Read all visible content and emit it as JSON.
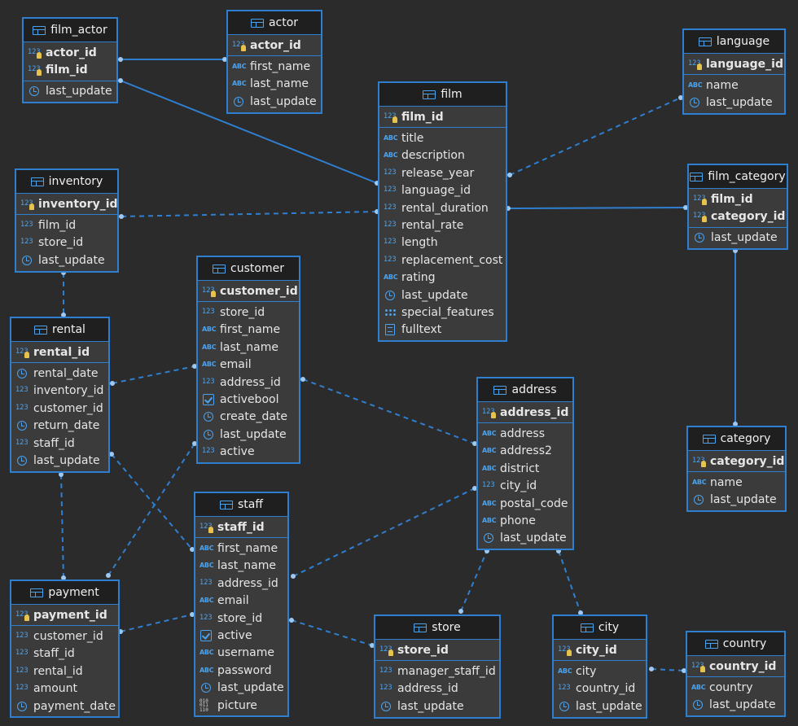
{
  "tables": {
    "film_actor": {
      "name": "film_actor",
      "sections": [
        [
          {
            "name": "actor_id",
            "type": "num",
            "key": true
          },
          {
            "name": "film_id",
            "type": "num",
            "key": true
          }
        ],
        [
          {
            "name": "last_update",
            "type": "time"
          }
        ]
      ]
    },
    "actor": {
      "name": "actor",
      "sections": [
        [
          {
            "name": "actor_id",
            "type": "num",
            "key": true
          }
        ],
        [
          {
            "name": "first_name",
            "type": "abc"
          },
          {
            "name": "last_name",
            "type": "abc"
          },
          {
            "name": "last_update",
            "type": "time"
          }
        ]
      ]
    },
    "language": {
      "name": "language",
      "sections": [
        [
          {
            "name": "language_id",
            "type": "num",
            "key": true
          }
        ],
        [
          {
            "name": "name",
            "type": "abc"
          },
          {
            "name": "last_update",
            "type": "time"
          }
        ]
      ]
    },
    "film": {
      "name": "film",
      "sections": [
        [
          {
            "name": "film_id",
            "type": "num",
            "key": true
          }
        ],
        [
          {
            "name": "title",
            "type": "abc"
          },
          {
            "name": "description",
            "type": "abc"
          },
          {
            "name": "release_year",
            "type": "num"
          },
          {
            "name": "language_id",
            "type": "num"
          },
          {
            "name": "rental_duration",
            "type": "num"
          },
          {
            "name": "rental_rate",
            "type": "num"
          },
          {
            "name": "length",
            "type": "num"
          },
          {
            "name": "replacement_cost",
            "type": "num"
          },
          {
            "name": "rating",
            "type": "abc"
          },
          {
            "name": "last_update",
            "type": "time"
          },
          {
            "name": "special_features",
            "type": "arr"
          },
          {
            "name": "fulltext",
            "type": "doc"
          }
        ]
      ]
    },
    "inventory": {
      "name": "inventory",
      "sections": [
        [
          {
            "name": "inventory_id",
            "type": "num",
            "key": true
          }
        ],
        [
          {
            "name": "film_id",
            "type": "num"
          },
          {
            "name": "store_id",
            "type": "num"
          },
          {
            "name": "last_update",
            "type": "time"
          }
        ]
      ]
    },
    "film_category": {
      "name": "film_category",
      "sections": [
        [
          {
            "name": "film_id",
            "type": "num",
            "key": true
          },
          {
            "name": "category_id",
            "type": "num",
            "key": true
          }
        ],
        [
          {
            "name": "last_update",
            "type": "time"
          }
        ]
      ]
    },
    "customer": {
      "name": "customer",
      "sections": [
        [
          {
            "name": "customer_id",
            "type": "num",
            "key": true
          }
        ],
        [
          {
            "name": "store_id",
            "type": "num"
          },
          {
            "name": "first_name",
            "type": "abc"
          },
          {
            "name": "last_name",
            "type": "abc"
          },
          {
            "name": "email",
            "type": "abc"
          },
          {
            "name": "address_id",
            "type": "num"
          },
          {
            "name": "activebool",
            "type": "check"
          },
          {
            "name": "create_date",
            "type": "time"
          },
          {
            "name": "last_update",
            "type": "time"
          },
          {
            "name": "active",
            "type": "num"
          }
        ]
      ]
    },
    "rental": {
      "name": "rental",
      "sections": [
        [
          {
            "name": "rental_id",
            "type": "num",
            "key": true
          }
        ],
        [
          {
            "name": "rental_date",
            "type": "time"
          },
          {
            "name": "inventory_id",
            "type": "num"
          },
          {
            "name": "customer_id",
            "type": "num"
          },
          {
            "name": "return_date",
            "type": "time"
          },
          {
            "name": "staff_id",
            "type": "num"
          },
          {
            "name": "last_update",
            "type": "time"
          }
        ]
      ]
    },
    "address": {
      "name": "address",
      "sections": [
        [
          {
            "name": "address_id",
            "type": "num",
            "key": true
          }
        ],
        [
          {
            "name": "address",
            "type": "abc"
          },
          {
            "name": "address2",
            "type": "abc"
          },
          {
            "name": "district",
            "type": "abc"
          },
          {
            "name": "city_id",
            "type": "num"
          },
          {
            "name": "postal_code",
            "type": "abc"
          },
          {
            "name": "phone",
            "type": "abc"
          },
          {
            "name": "last_update",
            "type": "time"
          }
        ]
      ]
    },
    "category": {
      "name": "category",
      "sections": [
        [
          {
            "name": "category_id",
            "type": "num",
            "key": true
          }
        ],
        [
          {
            "name": "name",
            "type": "abc"
          },
          {
            "name": "last_update",
            "type": "time"
          }
        ]
      ]
    },
    "staff": {
      "name": "staff",
      "sections": [
        [
          {
            "name": "staff_id",
            "type": "num",
            "key": true
          }
        ],
        [
          {
            "name": "first_name",
            "type": "abc"
          },
          {
            "name": "last_name",
            "type": "abc"
          },
          {
            "name": "address_id",
            "type": "num"
          },
          {
            "name": "email",
            "type": "abc"
          },
          {
            "name": "store_id",
            "type": "num"
          },
          {
            "name": "active",
            "type": "check"
          },
          {
            "name": "username",
            "type": "abc"
          },
          {
            "name": "password",
            "type": "abc"
          },
          {
            "name": "last_update",
            "type": "time"
          },
          {
            "name": "picture",
            "type": "bin"
          }
        ]
      ]
    },
    "payment": {
      "name": "payment",
      "sections": [
        [
          {
            "name": "payment_id",
            "type": "num",
            "key": true
          }
        ],
        [
          {
            "name": "customer_id",
            "type": "num"
          },
          {
            "name": "staff_id",
            "type": "num"
          },
          {
            "name": "rental_id",
            "type": "num"
          },
          {
            "name": "amount",
            "type": "num"
          },
          {
            "name": "payment_date",
            "type": "time"
          }
        ]
      ]
    },
    "store": {
      "name": "store",
      "sections": [
        [
          {
            "name": "store_id",
            "type": "num",
            "key": true
          }
        ],
        [
          {
            "name": "manager_staff_id",
            "type": "num"
          },
          {
            "name": "address_id",
            "type": "num"
          },
          {
            "name": "last_update",
            "type": "time"
          }
        ]
      ]
    },
    "city": {
      "name": "city",
      "sections": [
        [
          {
            "name": "city_id",
            "type": "num",
            "key": true
          }
        ],
        [
          {
            "name": "city",
            "type": "abc"
          },
          {
            "name": "country_id",
            "type": "num"
          },
          {
            "name": "last_update",
            "type": "time"
          }
        ]
      ]
    },
    "country": {
      "name": "country",
      "sections": [
        [
          {
            "name": "country_id",
            "type": "num",
            "key": true
          }
        ],
        [
          {
            "name": "country",
            "type": "abc"
          },
          {
            "name": "last_update",
            "type": "time"
          }
        ]
      ]
    }
  },
  "relationships": [
    {
      "from": "film_actor",
      "to": "actor",
      "style": "solid"
    },
    {
      "from": "film_actor",
      "to": "film",
      "style": "solid"
    },
    {
      "from": "film",
      "to": "language",
      "style": "dashed"
    },
    {
      "from": "inventory",
      "to": "film",
      "style": "dashed"
    },
    {
      "from": "film_category",
      "to": "film",
      "style": "solid"
    },
    {
      "from": "film_category",
      "to": "category",
      "style": "solid"
    },
    {
      "from": "inventory",
      "to": "rental",
      "style": "dashed"
    },
    {
      "from": "rental",
      "to": "customer",
      "style": "dashed"
    },
    {
      "from": "customer",
      "to": "address",
      "style": "dashed"
    },
    {
      "from": "payment",
      "to": "customer",
      "style": "dashed"
    },
    {
      "from": "rental",
      "to": "payment",
      "style": "dashed"
    },
    {
      "from": "rental",
      "to": "staff",
      "style": "dashed"
    },
    {
      "from": "payment",
      "to": "staff",
      "style": "dashed"
    },
    {
      "from": "staff",
      "to": "address",
      "style": "dashed"
    },
    {
      "from": "staff",
      "to": "store",
      "style": "dashed"
    },
    {
      "from": "store",
      "to": "address",
      "style": "dashed"
    },
    {
      "from": "address",
      "to": "city",
      "style": "dashed"
    },
    {
      "from": "city",
      "to": "country",
      "style": "dashed"
    }
  ],
  "colors": {
    "canvas": "#2b2b2b",
    "table_body": "#3b3b3b",
    "table_header": "#1f1f1f",
    "accent": "#2f7fd0",
    "key": "#e8c24a"
  }
}
